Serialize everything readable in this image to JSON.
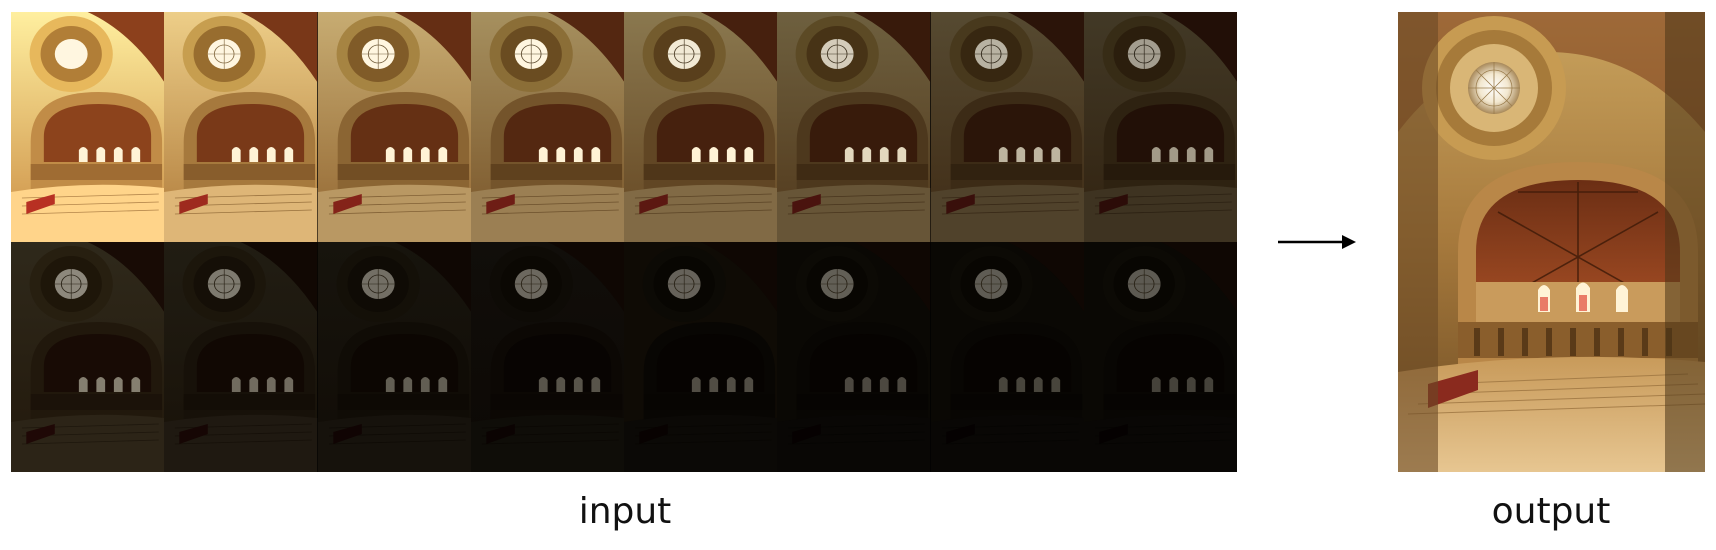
{
  "labels": {
    "input": "input",
    "output": "output"
  },
  "input_stack": {
    "count": 16,
    "columns": 8,
    "rows": 2,
    "exposure_brightness": [
      1.0,
      0.86,
      0.72,
      0.6,
      0.5,
      0.4,
      0.31,
      0.24,
      0.17,
      0.12,
      0.085,
      0.06,
      0.042,
      0.03,
      0.02,
      0.013
    ]
  },
  "colors": {
    "warm_light": "#f2d28a",
    "warm_mid": "#b07a3a",
    "warm_dark": "#4a2e12",
    "window_light": "#fff6e0",
    "arrow": "#000000"
  }
}
